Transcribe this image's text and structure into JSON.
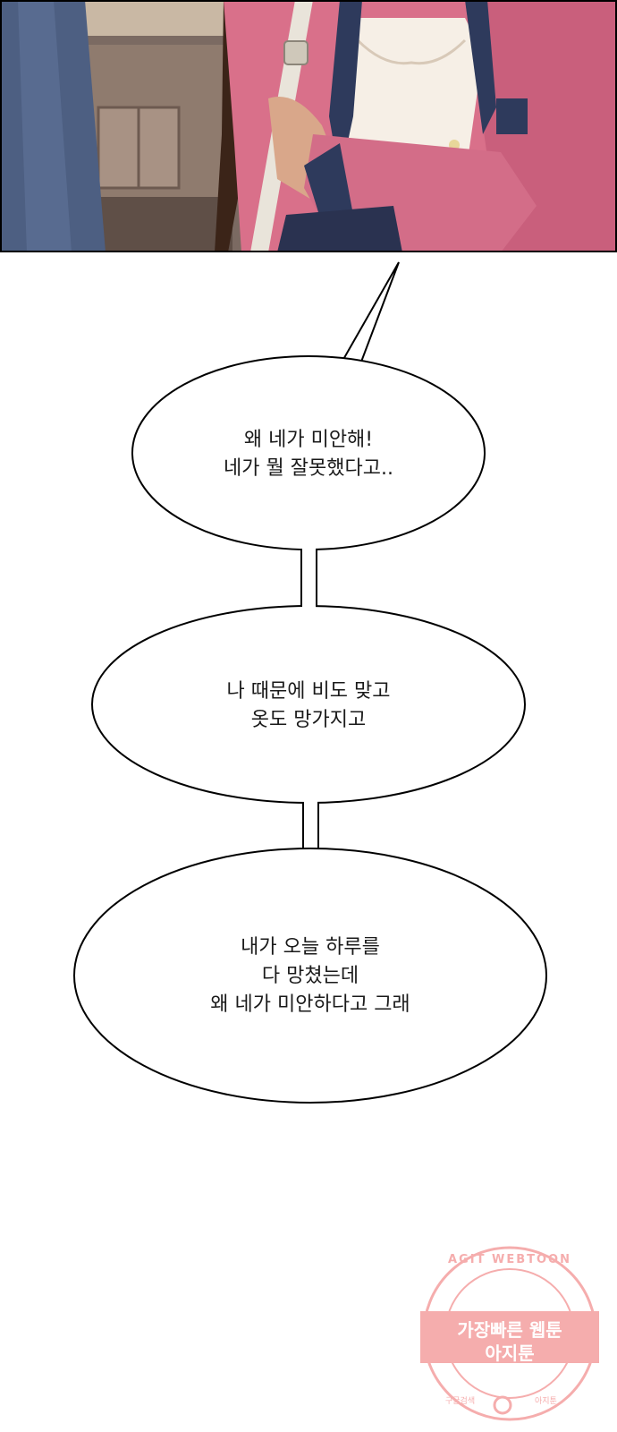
{
  "bubbles": [
    {
      "lines": [
        "왜 네가 미안해!",
        "네가 뭘 잘못했다고.."
      ]
    },
    {
      "lines": [
        "나 때문에 비도 맞고",
        "옷도 망가지고"
      ]
    },
    {
      "lines": [
        "내가 오늘 하루를",
        "다 망쳤는데",
        "왜 네가 미안하다고 그래"
      ]
    }
  ],
  "watermark": {
    "ring_text": "AGIT WEBTOON",
    "line1": "가장빠른 웹툰",
    "line2": "아지툰",
    "bottom_left": "구글검색",
    "bottom_right": "아지툰",
    "color": "#f28b8b"
  },
  "colors": {
    "cardigan": "#d9708a",
    "blouse": "#f6efe6",
    "background_wall": "#8a7468",
    "coat": "#4a5a78"
  }
}
